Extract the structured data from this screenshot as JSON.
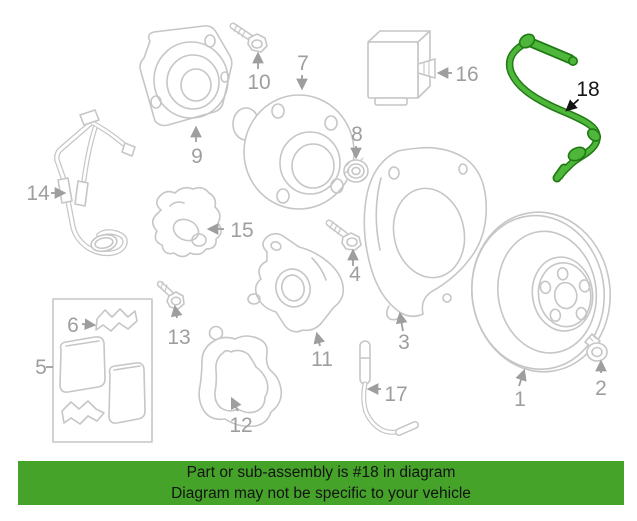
{
  "banner": {
    "line1": "Part or sub-assembly is #18 in diagram",
    "line2": "Diagram may not be specific to your vehicle",
    "background": "#45a32a",
    "text_color": "#131313"
  },
  "highlight": {
    "part_number": "18",
    "wire_fill": "#4fb63c",
    "wire_outline": "#1f7a12",
    "label_color": "#151515"
  },
  "diagram": {
    "line_color": "#c6c6c6",
    "label_color": "#9e9e9e",
    "background": "#ffffff"
  },
  "labels": {
    "p1": "1",
    "p2": "2",
    "p3": "3",
    "p4": "4",
    "p5": "5",
    "p6": "6",
    "p7": "7",
    "p8": "8",
    "p9": "9",
    "p10": "10",
    "p11": "11",
    "p12": "12",
    "p13": "13",
    "p14": "14",
    "p15": "15",
    "p16": "16",
    "p17": "17",
    "p18": "18"
  }
}
